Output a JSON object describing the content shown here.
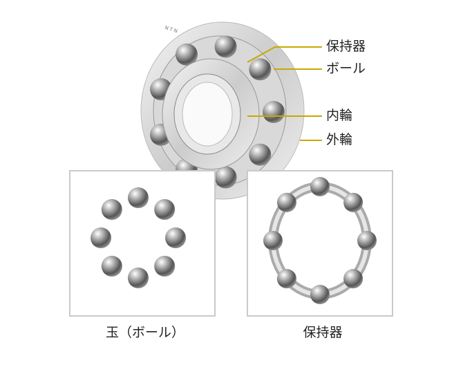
{
  "labels": {
    "cage": "保持器",
    "ball": "ボール",
    "inner_ring": "内輪",
    "outer_ring": "外輪"
  },
  "captions": {
    "balls": "玉（ボール）",
    "cage": "保持器"
  },
  "brand_mark": "NTN",
  "leader_color": "#c8a800"
}
